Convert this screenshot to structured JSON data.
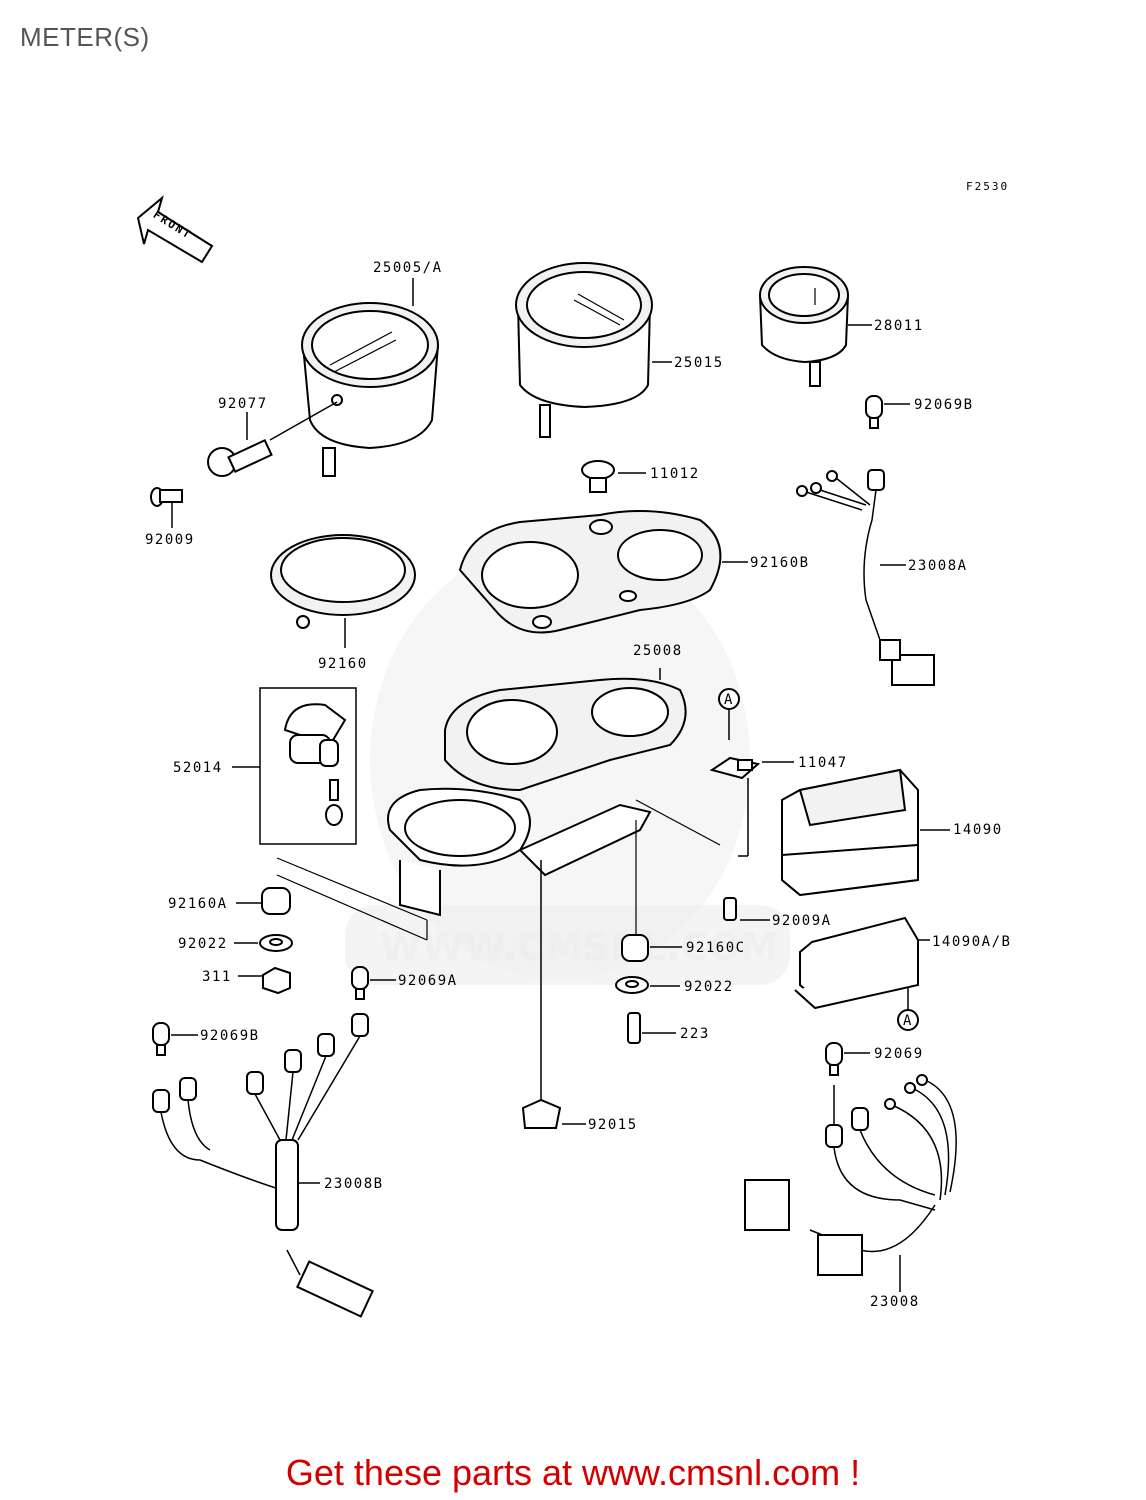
{
  "header": {
    "title": "METER(S)"
  },
  "figure_code": "F2530",
  "front_arrow_label": "FRONT",
  "watermark": {
    "text": "WWW.CMSNL.COM"
  },
  "parts": {
    "p25005A": "25005/A",
    "p25015": "25015",
    "p28011": "28011",
    "p92077": "92077",
    "p92009": "92009",
    "p11012": "11012",
    "p92069B_top": "92069B",
    "p92160B": "92160B",
    "p23008A": "23008A",
    "p92160": "92160",
    "p25008": "25008",
    "p52014": "52014",
    "p11047": "11047",
    "p14090": "14090",
    "p92160A": "92160A",
    "p92009A": "92009A",
    "p92022_left": "92022",
    "p92160C": "92160C",
    "p14090AB": "14090A/B",
    "p311": "311",
    "p92069A": "92069A",
    "p92022_right": "92022",
    "p92069B_low": "92069B",
    "p223": "223",
    "p92069": "92069",
    "p92015": "92015",
    "p23008B": "23008B",
    "p23008": "23008",
    "refA": "A"
  },
  "footer": {
    "cta": "Get these parts at www.cmsnl.com !"
  },
  "colors": {
    "cta": "#d40000",
    "title": "#555555"
  }
}
